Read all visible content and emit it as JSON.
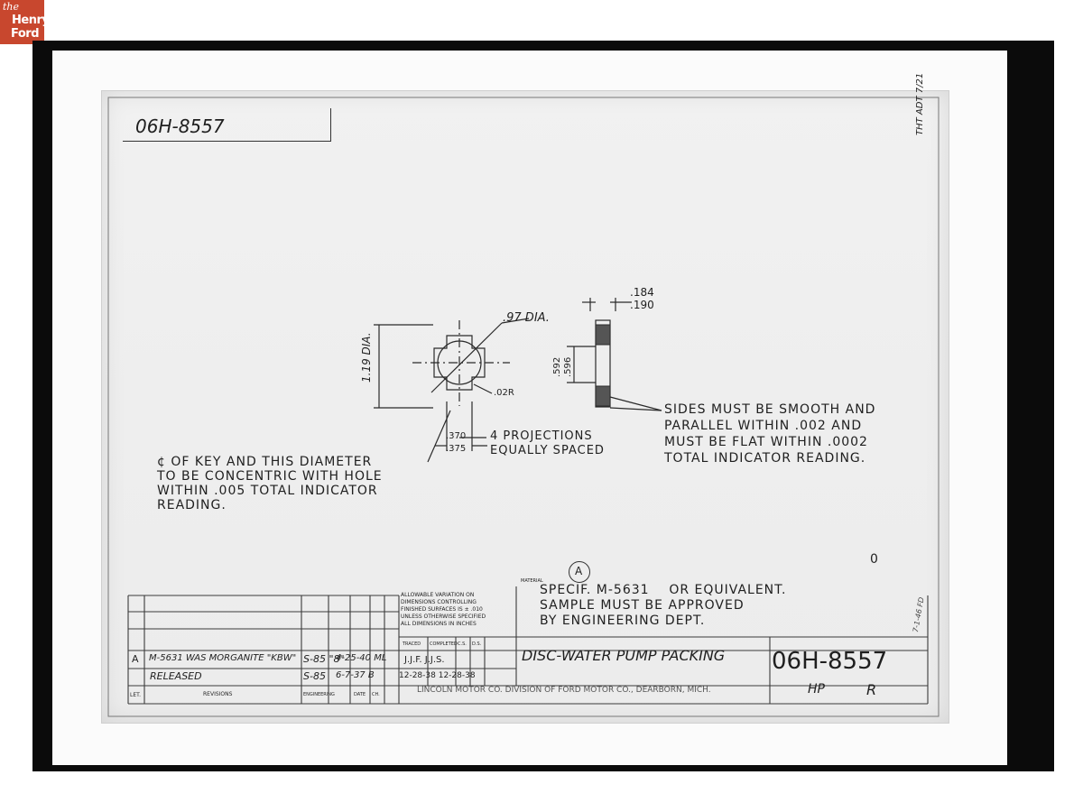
{
  "logo": {
    "the": "the",
    "henry": "Henry",
    "ford": "Ford"
  },
  "drawing": {
    "part_number_top": "06H-8557",
    "dimensions": {
      "dia_97": ".97 DIA.",
      "dia_119": "1.19 DIA.",
      "radius": ".02R",
      "width_370": ".370",
      "width_375": ".375",
      "thick_184": ".184",
      "thick_190": ".190",
      "inner_592": ".592",
      "inner_596": ".596"
    },
    "note_projections": "4 PROJECTIONS\nEQUALLY SPACED",
    "note_concentric": "¢ OF KEY AND THIS DIAMETER\nTO BE CONCENTRIC WITH HOLE\nWITHIN .005 TOTAL INDICATOR\nREADING.",
    "note_sides": "SIDES MUST BE SMOOTH AND\nPARALLEL WITHIN .002 AND\nMUST BE FLAT WITHIN .0002\nTOTAL INDICATOR READING."
  },
  "title_block": {
    "material_label": "MATERIAL",
    "spec": "SPECIF. M-5631    OR EQUIVALENT.\nSAMPLE MUST BE APPROVED\nBY ENGINEERING DEPT.",
    "allowable": "ALLOWABLE VARIATION ON\nDIMENSIONS CONTROLLING\nFINISHED SURFACES IS ± .010\nUNLESS OTHERWISE SPECIFIED\nALL DIMENSIONS IN INCHES",
    "circle_letter": "A",
    "title": "DISC-WATER PUMP PACKING",
    "part_number": "06H-8557",
    "hp": "HP",
    "r": "R",
    "zero_mark": "0",
    "company_line": "LINCOLN MOTOR CO. DIVISION OF FORD MOTOR CO., DEARBORN, MICH.",
    "revisions": [
      {
        "letter": "A",
        "text": "M-5631 WAS MORGANITE \"KBW\"",
        "change_no": "S-85 \"8\"",
        "date": "4-25-40 ML",
        "initials": "J.J.F.  J.J.S."
      },
      {
        "letter": "",
        "text": "RELEASED",
        "change_no": "S-85",
        "date": "6-7-37 B",
        "initials": "12-28-38 12-28-38"
      }
    ],
    "col_let": "LET.",
    "col_revisions": "REVISIONS",
    "col_engineering": "ENGINEERING",
    "col_date": "DATE",
    "col_ch": "CH.",
    "col_traced": "TRACED",
    "col_completed": "COMPLETED",
    "col_cs": "C.S.",
    "col_ds": "D.S."
  },
  "margin": {
    "side_ink": "THT ADT 7/21",
    "side_ink2": "7-1-46 FD"
  }
}
